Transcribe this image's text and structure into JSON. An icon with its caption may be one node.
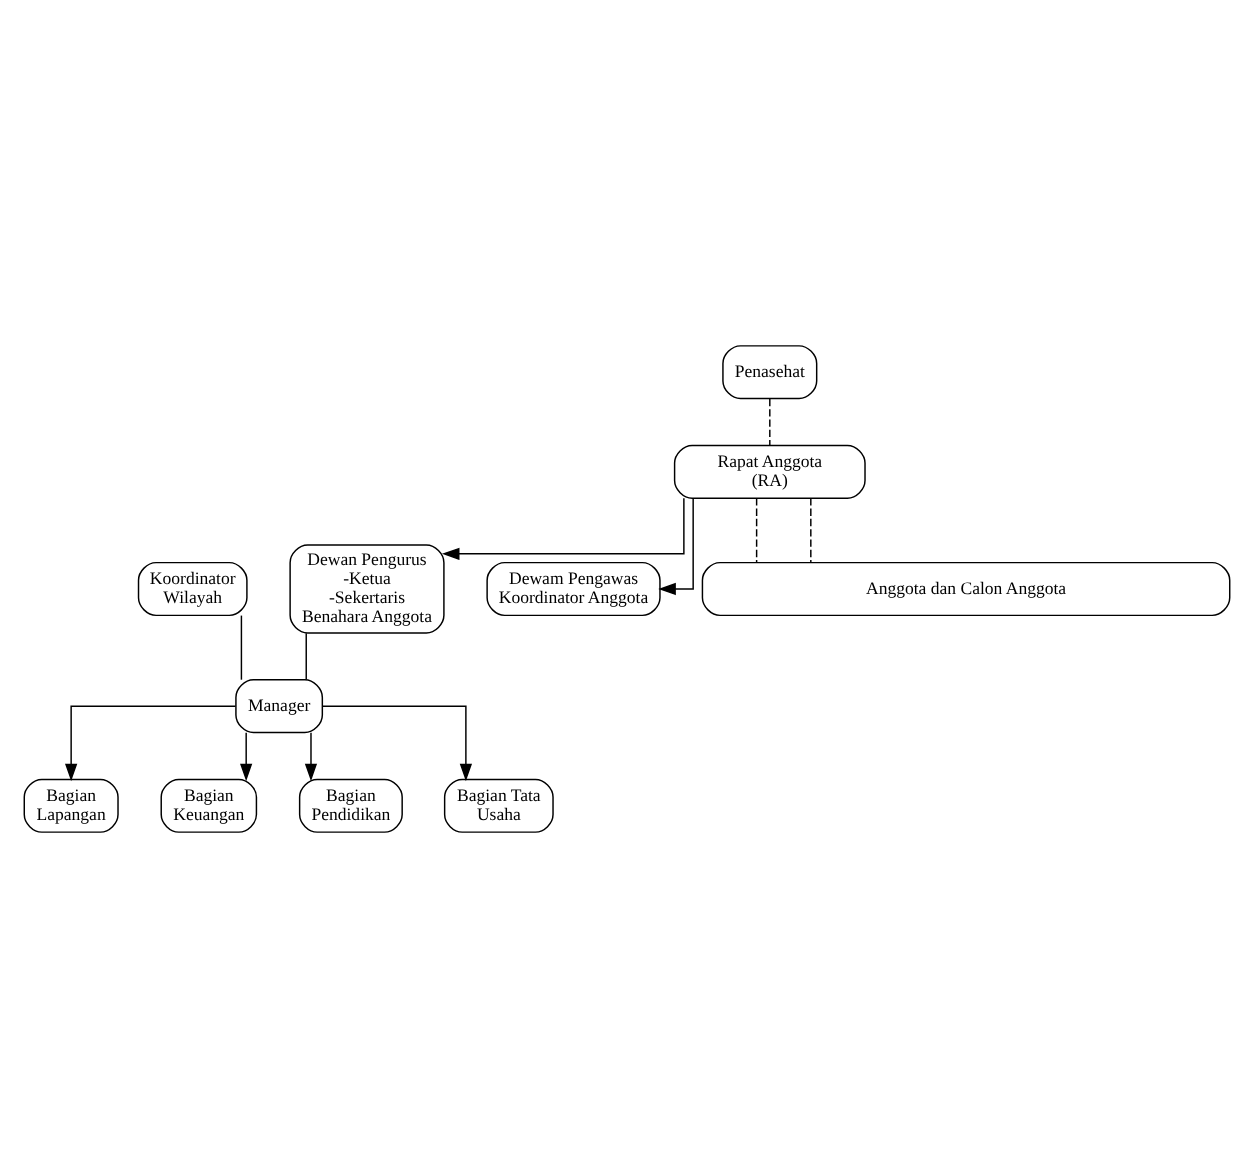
{
  "diagram": {
    "nodes": [
      {
        "text": [
          "Rapat Anggota (RA)"
        ]
      },
      {
        "text": [
          "Penasehat"
        ]
      },
      {
        "text": [
          "Dewan Pengurus -Ketua -Sekertaris Benahara Anggota"
        ]
      },
      {
        "text": [
          "Dewam Pengawas Koordinator Anggota"
        ]
      },
      {
        "text": [
          "Manager"
        ]
      },
      {
        "text": [
          "Koordinator Wilayah"
        ]
      },
      {
        "text": [
          "Bagian Lapangan"
        ]
      },
      {
        "text": [
          "Bagian Keuangan"
        ]
      },
      {
        "text": [
          "Bagian Pendidikan"
        ]
      },
      {
        "text": [
          "Bagian Tata Usaha"
        ]
      },
      {
        "text": [
          "Anggota dan Calon Anggota"
        ]
      }
    ],
    "edges": [
      {
        "from": 1,
        "to": 0,
        "arrow": "none",
        "style": "dashed"
      },
      {
        "from": 0,
        "to": 2,
        "arrow": "to"
      },
      {
        "from": 0,
        "to": 3,
        "arrow": "to"
      },
      {
        "from": 2,
        "to": 4,
        "arrow": "none"
      },
      {
        "from": 5,
        "to": 4,
        "arrow": "none"
      },
      {
        "from": 4,
        "to": 6,
        "arrow": "to"
      },
      {
        "from": 4,
        "to": 7,
        "arrow": "to"
      },
      {
        "from": 4,
        "to": 8,
        "arrow": "to"
      },
      {
        "from": 4,
        "to": 9,
        "arrow": "to"
      },
      {
        "from": 0,
        "to": 10,
        "arrow": "none",
        "style": "dashed"
      },
      {
        "from": 0,
        "to": 10,
        "arrow": "none",
        "style": "dashed"
      }
    ]
  }
}
